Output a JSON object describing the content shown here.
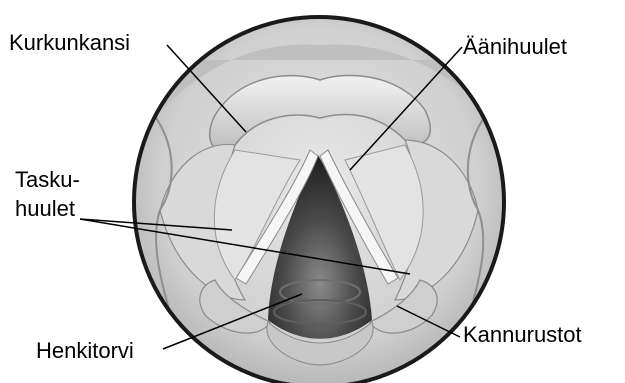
{
  "labels": {
    "epiglottis": "Kurkunkansi",
    "vocal_cords": "Äänihuulet",
    "false_cords_line1": "Tasku-",
    "false_cords_line2": "huulet",
    "trachea": "Henkitorvi",
    "arytenoids": "Kannurustot"
  },
  "colors": {
    "background": "#ffffff",
    "outer_tissue": "#d4d4d4",
    "ring": "#1a1a1a",
    "dark_cavity": "#3a3a3a",
    "cords": "#f4f4f4",
    "leader": "#000000"
  }
}
